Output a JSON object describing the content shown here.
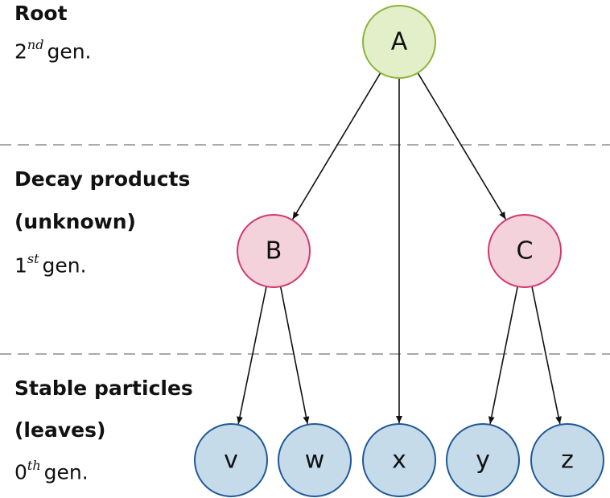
{
  "tiers": [
    {
      "name": "Root",
      "subtitle": "",
      "gen_number": "2",
      "gen_suffix": "nd",
      "gen_word": "gen."
    },
    {
      "name": "Decay products",
      "subtitle": "(unknown)",
      "gen_number": "1",
      "gen_suffix": "st",
      "gen_word": "gen."
    },
    {
      "name": "Stable particles",
      "subtitle": "(leaves)",
      "gen_number": "0",
      "gen_suffix": "th",
      "gen_word": "gen."
    }
  ],
  "nodes": {
    "A": {
      "label": "A",
      "kind": "root"
    },
    "B": {
      "label": "B",
      "kind": "intermediate"
    },
    "C": {
      "label": "C",
      "kind": "intermediate"
    },
    "v": {
      "label": "v",
      "kind": "leaf"
    },
    "w": {
      "label": "w",
      "kind": "leaf"
    },
    "x": {
      "label": "x",
      "kind": "leaf"
    },
    "y": {
      "label": "y",
      "kind": "leaf"
    },
    "z": {
      "label": "z",
      "kind": "leaf"
    }
  },
  "edges": [
    {
      "from": "A",
      "to": "B"
    },
    {
      "from": "A",
      "to": "x"
    },
    {
      "from": "A",
      "to": "C"
    },
    {
      "from": "B",
      "to": "v"
    },
    {
      "from": "B",
      "to": "w"
    },
    {
      "from": "C",
      "to": "y"
    },
    {
      "from": "C",
      "to": "z"
    }
  ],
  "colors": {
    "root_fill": "#e2efc8",
    "root_stroke": "#8cb43a",
    "intermediate_fill": "#f3d2dc",
    "intermediate_stroke": "#d2386e",
    "leaf_fill": "#c6dbea",
    "leaf_stroke": "#1f5896",
    "edge": "#111111",
    "divider": "#aaaaaa"
  }
}
